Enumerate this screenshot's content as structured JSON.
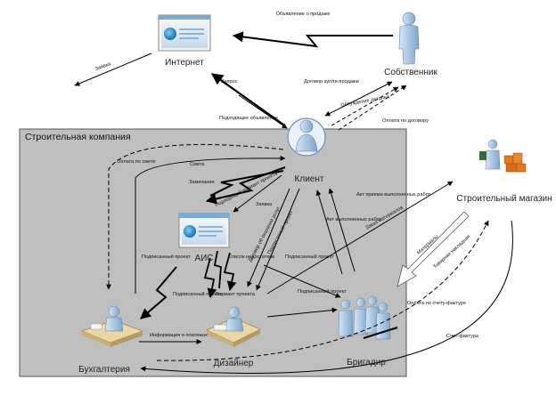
{
  "nodes": {
    "internet": "Интернет",
    "owner": "Собственник",
    "client": "Клиент",
    "store": "Строительный магазин",
    "ais": "АИС",
    "accounting": "Бухгалтерия",
    "designer": "Дизайнер",
    "foreman": "Бригадир"
  },
  "company_title": "Строительная компания",
  "edges": {
    "sale_ad": "Объявление о продаже",
    "request_left": "Заявка",
    "query": "Запрос",
    "suitable_ad": "Подходящее объявление",
    "purchase_contract": "Договор купли-продажи",
    "discuss_details": "Обсуждение деталей",
    "contract_payment": "Оплата по договору",
    "estimate_payment": "Оплата по смете",
    "estimate": "Смета",
    "remarks": "Замечания",
    "suitable_variant": "Подходящий вариант проекта",
    "request_client": "Заявка",
    "service_contract": "Договор об оказании услуг",
    "signed_project_client": "Подписанный проект",
    "act_accept": "Акт приема выполненных работ",
    "act_done": "Акт выполненных работ",
    "materials_order": "Заказ материалов",
    "signed_project_ais": "Подписанный проект",
    "signed_project_designer": "Подписанный проект",
    "defects_list": "Список недостатков",
    "project_variant": "Вариант проекта",
    "signed_project_foreman_a": "Подписанный проект",
    "signed_project_foreman_b": "Подписанный проект",
    "payments_info": "Информация о платежах",
    "materials": "Материалы",
    "waybill": "Товарная накладная",
    "invoice_payment": "Оплата по счету-фактуре",
    "invoice": "Счет-фактура"
  }
}
